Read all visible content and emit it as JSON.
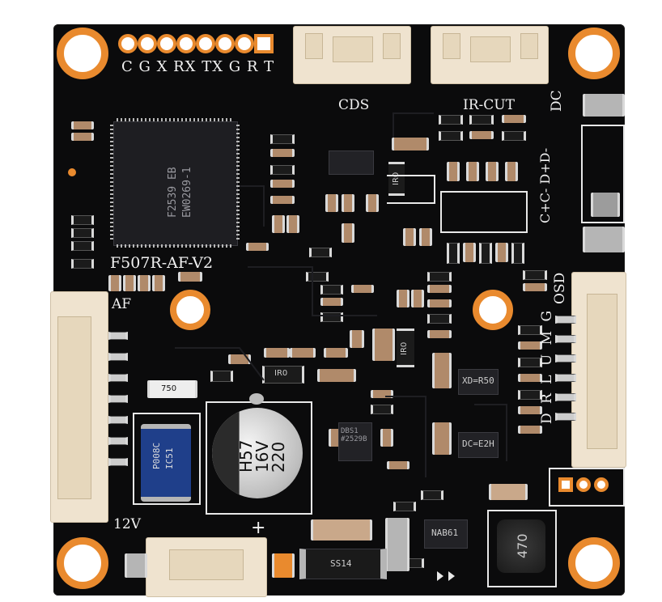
{
  "header_pins": {
    "label": "C G X RX TX G R T"
  },
  "connectors": {
    "cds": "CDS",
    "ircut": "IR-CUT",
    "dc": "DC",
    "dc_pins": "C+C- D+D-",
    "af": "AF",
    "osd": "OSD",
    "osd_pins": "D R L U M G",
    "power": "12V",
    "plus": "+"
  },
  "board_name": "F507R-AF-V2",
  "main_chip": {
    "line1": "EW0269-1",
    "line2": "F2539 EB"
  },
  "capacitor": {
    "line1": "220",
    "line2": "16V",
    "line3": "H57"
  },
  "inductor": "470",
  "resistor_750": "750",
  "ir_parts": [
    "IR0",
    "IR0",
    "IR0"
  ],
  "ic_labels": {
    "xd": "XD=R50",
    "dc": "DC=E2H",
    "ic8": "DBS1\n#2529B",
    "sot": "NAB61",
    "diode": "SS14"
  },
  "tantalum": {
    "line1": "IC51",
    "line2": "P008C"
  }
}
